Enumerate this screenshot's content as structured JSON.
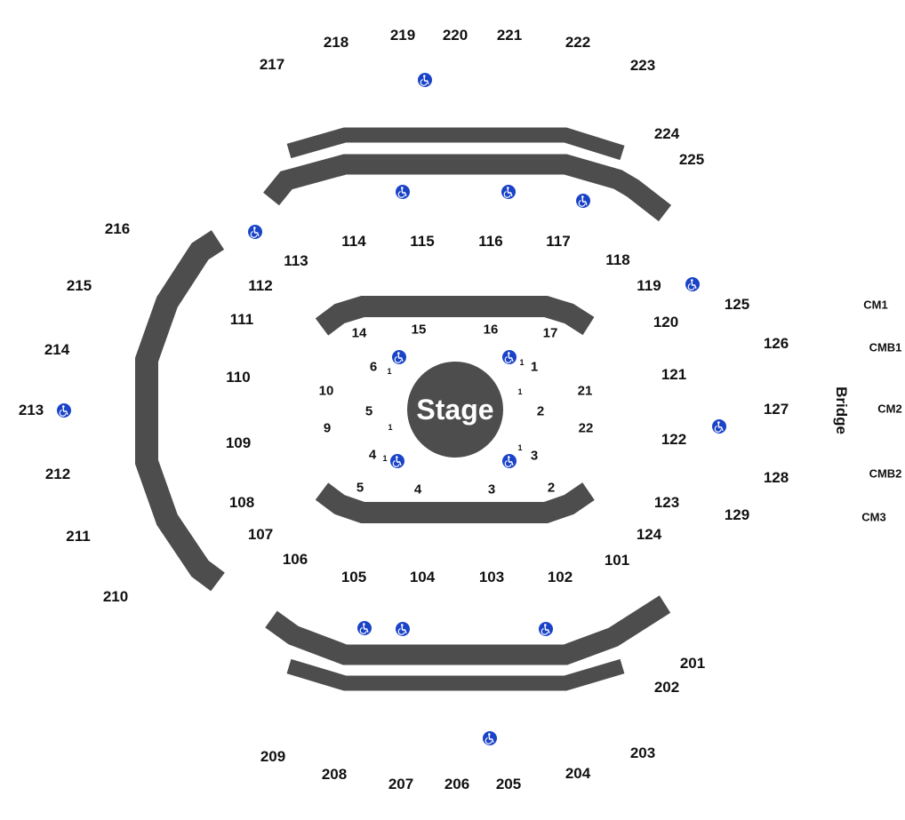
{
  "stage_label": "Stage",
  "bridge_label": "Bridge",
  "upper_sections": [
    "217",
    "218",
    "219",
    "220",
    "221",
    "222",
    "223",
    "224",
    "225",
    "216",
    "215",
    "214",
    "213",
    "212",
    "211",
    "210",
    "201",
    "202",
    "203",
    "204",
    "205",
    "206",
    "207",
    "208",
    "209"
  ],
  "lower_sections": [
    "113",
    "114",
    "115",
    "116",
    "117",
    "118",
    "119",
    "120",
    "125",
    "126",
    "127",
    "128",
    "129",
    "121",
    "122",
    "123",
    "124",
    "101",
    "102",
    "103",
    "104",
    "105",
    "106",
    "107",
    "108",
    "109",
    "110",
    "111",
    "112"
  ],
  "floor_sections": [
    "14",
    "15",
    "16",
    "17",
    "6",
    "1",
    "10",
    "21",
    "5",
    "2",
    "9",
    "22",
    "4",
    "3",
    "5",
    "4",
    "3",
    "2"
  ],
  "row_markers": [
    "1",
    "1",
    "1",
    "1",
    "1",
    "1"
  ],
  "club_sections": [
    "CM1",
    "CMB1",
    "CM2",
    "CMB2",
    "CM3"
  ],
  "accessible_icon": "wheelchair-icon",
  "colors": {
    "wall": "#4d4d4d",
    "accessible": "#1a43c8",
    "text": "#111111"
  }
}
